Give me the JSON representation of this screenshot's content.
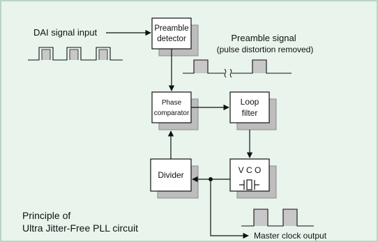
{
  "diagram": {
    "input_label": "DAI signal input",
    "preamble_detector": {
      "line1": "Preamble",
      "line2": "detector"
    },
    "preamble_signal": {
      "line1": "Preamble signal",
      "line2": "(pulse distortion removed)"
    },
    "phase_comparator": {
      "line1": "Phase",
      "line2": "comparator"
    },
    "loop_filter": {
      "line1": "Loop",
      "line2": "filter"
    },
    "vco": "V C O",
    "divider": "Divider",
    "caption": {
      "line1": "Principle of",
      "line2": "Ultra Jitter-Free PLL circuit"
    },
    "output_label": "Master clock output",
    "colors": {
      "background": "#e8f4ec",
      "border": "#b6d6c0",
      "block_fill": "#ffffff",
      "block_shadow": "#bfbfbf",
      "line": "#111111"
    }
  }
}
